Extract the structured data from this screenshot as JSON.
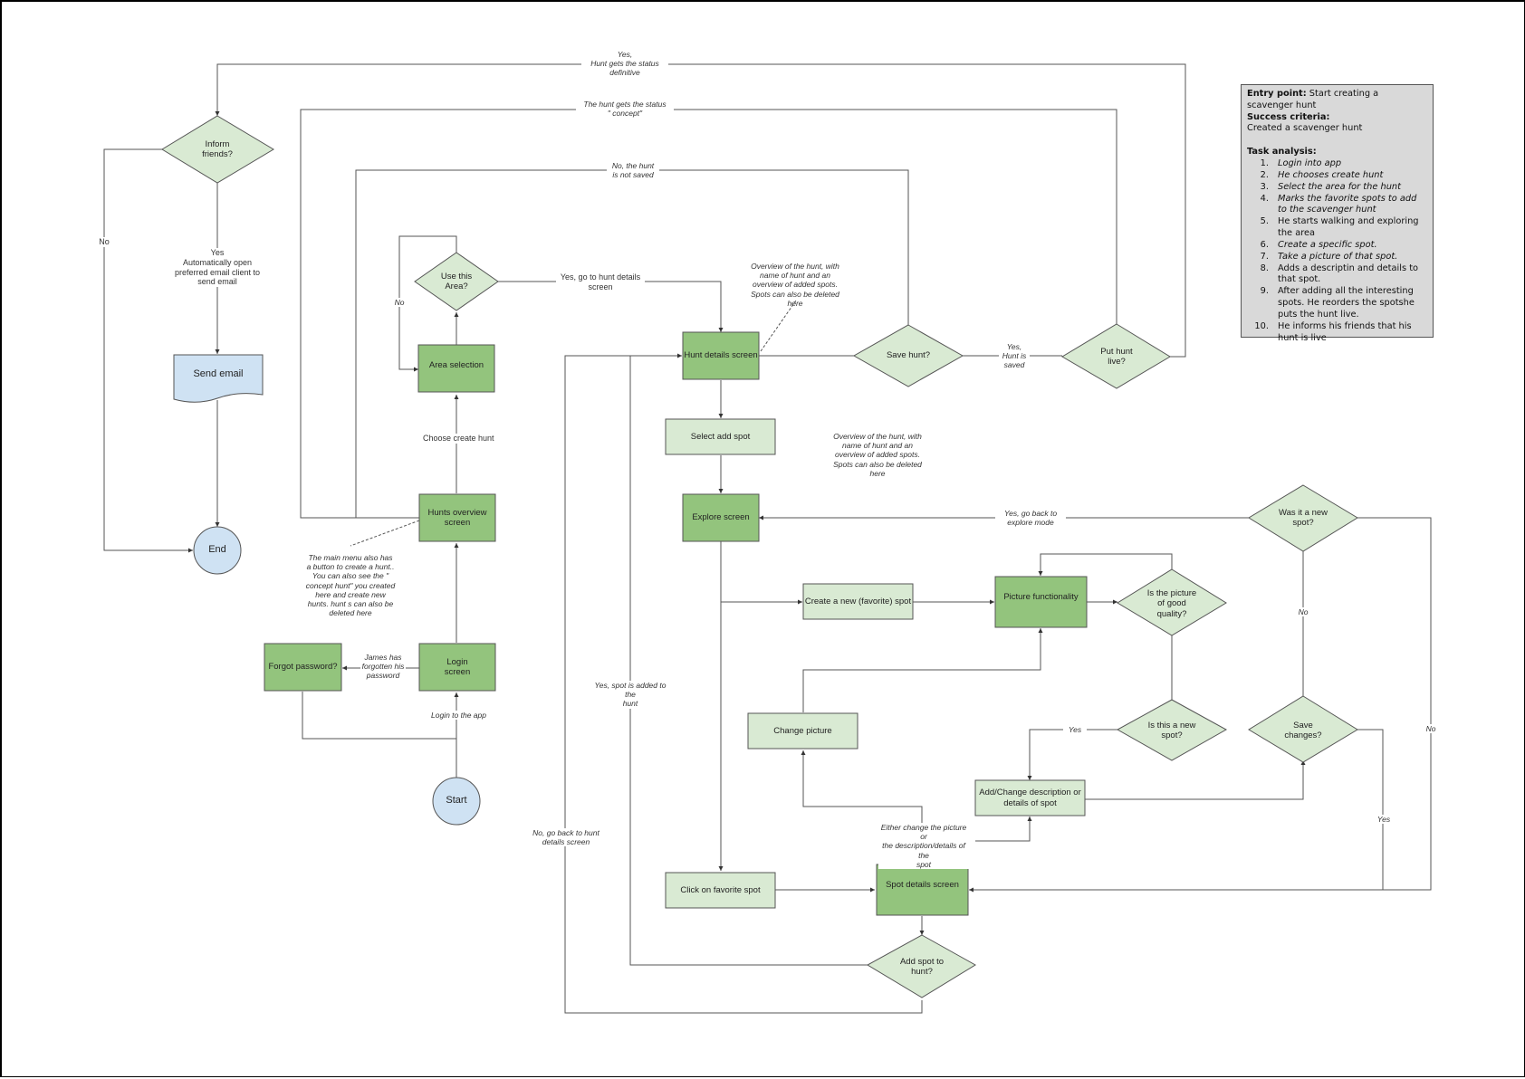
{
  "colors": {
    "screen_node": "#93c47d",
    "action_node": "#d9ead3",
    "decision_node": "#d9ead3",
    "terminal_node": "#cfe2f3",
    "line": "#555555",
    "task_box_bg": "#d9d9d9"
  },
  "nodes": {
    "inform_friends": "Inform\nfriends?",
    "send_email": "Send email",
    "end": "End",
    "start": "Start",
    "use_this_area": "Use this\nArea?",
    "area_selection": "Area selection",
    "hunts_overview": "Hunts overview\nscreen",
    "login_screen": "Login\nscreen",
    "forgot_password": "Forgot password?",
    "hunt_details": "Hunt details screen",
    "save_hunt": "Save hunt?",
    "put_hunt_live": "Put hunt\nlive?",
    "select_add_spot": "Select add spot",
    "explore_screen": "Explore screen",
    "create_new_spot": "Create a new (favorite) spot",
    "picture_functionality": "Picture functionality",
    "good_quality": "Is the picture\nof  good\nquality?",
    "was_new_spot": "Was it a new\nspot?",
    "change_picture": "Change picture",
    "is_new_spot": "Is this a new\nspot?",
    "save_changes": "Save\nchanges?",
    "add_change_description": "Add/Change description or\ndetails of spot",
    "click_favorite_spot": "Click on favorite spot",
    "spot_details": "Spot details screen",
    "add_spot_to_hunt": "Add spot to\nhunt?"
  },
  "edge_labels": {
    "yes_definitive": "Yes,\nHunt gets the status\ndefinitive",
    "concept": "The hunt gets the status\n\" concept\"",
    "not_saved": "No, the hunt\nis not saved",
    "no_inform": "No",
    "yes_email": "Yes\nAutomatically open\npreferred email client to\nsend email",
    "no_area": "No",
    "yes_hunt_details": "Yes, go to hunt details\nscreen",
    "choose_create_hunt": "Choose create hunt",
    "james_forgot": "James has\nforgotten his\npassword",
    "login_to_app": "Login to the app",
    "yes_saved": "Yes,\nHunt is\nsaved",
    "yes_back_explore": "Yes, go back to\nexplore mode",
    "no_new_spot": "No",
    "no_right": "No",
    "yes_is_new": "Yes",
    "yes_save_changes": "Yes",
    "yes_spot_added": "Yes, spot is added to the\nhunt",
    "no_back_hunt_details": "No, go back to hunt\ndetails screen",
    "either_change": "Either change the picture or\nthe description/details of the\nspot"
  },
  "annotations": {
    "hunt_details_note": "Overview of the hunt, with\nname of hunt and an\noverview of added spots.\nSpots can also be deleted\nhere",
    "hunt_overview_note_2": "Overview of the hunt, with\nname of hunt and an\noverview of added spots.\nSpots can also be deleted\nhere",
    "main_menu_note": "The main menu also has\na button to create a hunt..\nYou can also see the \"\nconcept hunt\" you created\nhere and create new\nhunts. hunt s can also be\ndeleted here"
  },
  "task_box": {
    "entry_label": "Entry point:",
    "entry_value": " Start creating a scavenger hunt",
    "success_label": "Success criteria:",
    "success_value": "Created a scavenger hunt",
    "task_label": "Task analysis:",
    "tasks": [
      {
        "num": "1.",
        "text": "Login into app",
        "italic": true
      },
      {
        "num": "2.",
        "text": "He chooses create hunt",
        "italic": true
      },
      {
        "num": "3.",
        "text": "Select the area for the hunt",
        "italic": true
      },
      {
        "num": "4.",
        "text": "Marks the favorite spots to add to the scavenger hunt",
        "italic": true
      },
      {
        "num": "5.",
        "text": "He starts walking and exploring the area",
        "italic": false
      },
      {
        "num": "6.",
        "text": "Create a specific spot.",
        "italic": true
      },
      {
        "num": "7.",
        "text": "Take a picture of that spot.",
        "italic": true
      },
      {
        "num": "8.",
        "text": "Adds a descriptin and details to that spot.",
        "italic": false
      },
      {
        "num": "9.",
        "text": "After adding all the interesting spots. He reorders the spotshe puts the hunt live.",
        "italic": false
      },
      {
        "num": "10.",
        "text": "He informs his friends that his hunt is live",
        "italic": false
      }
    ]
  }
}
